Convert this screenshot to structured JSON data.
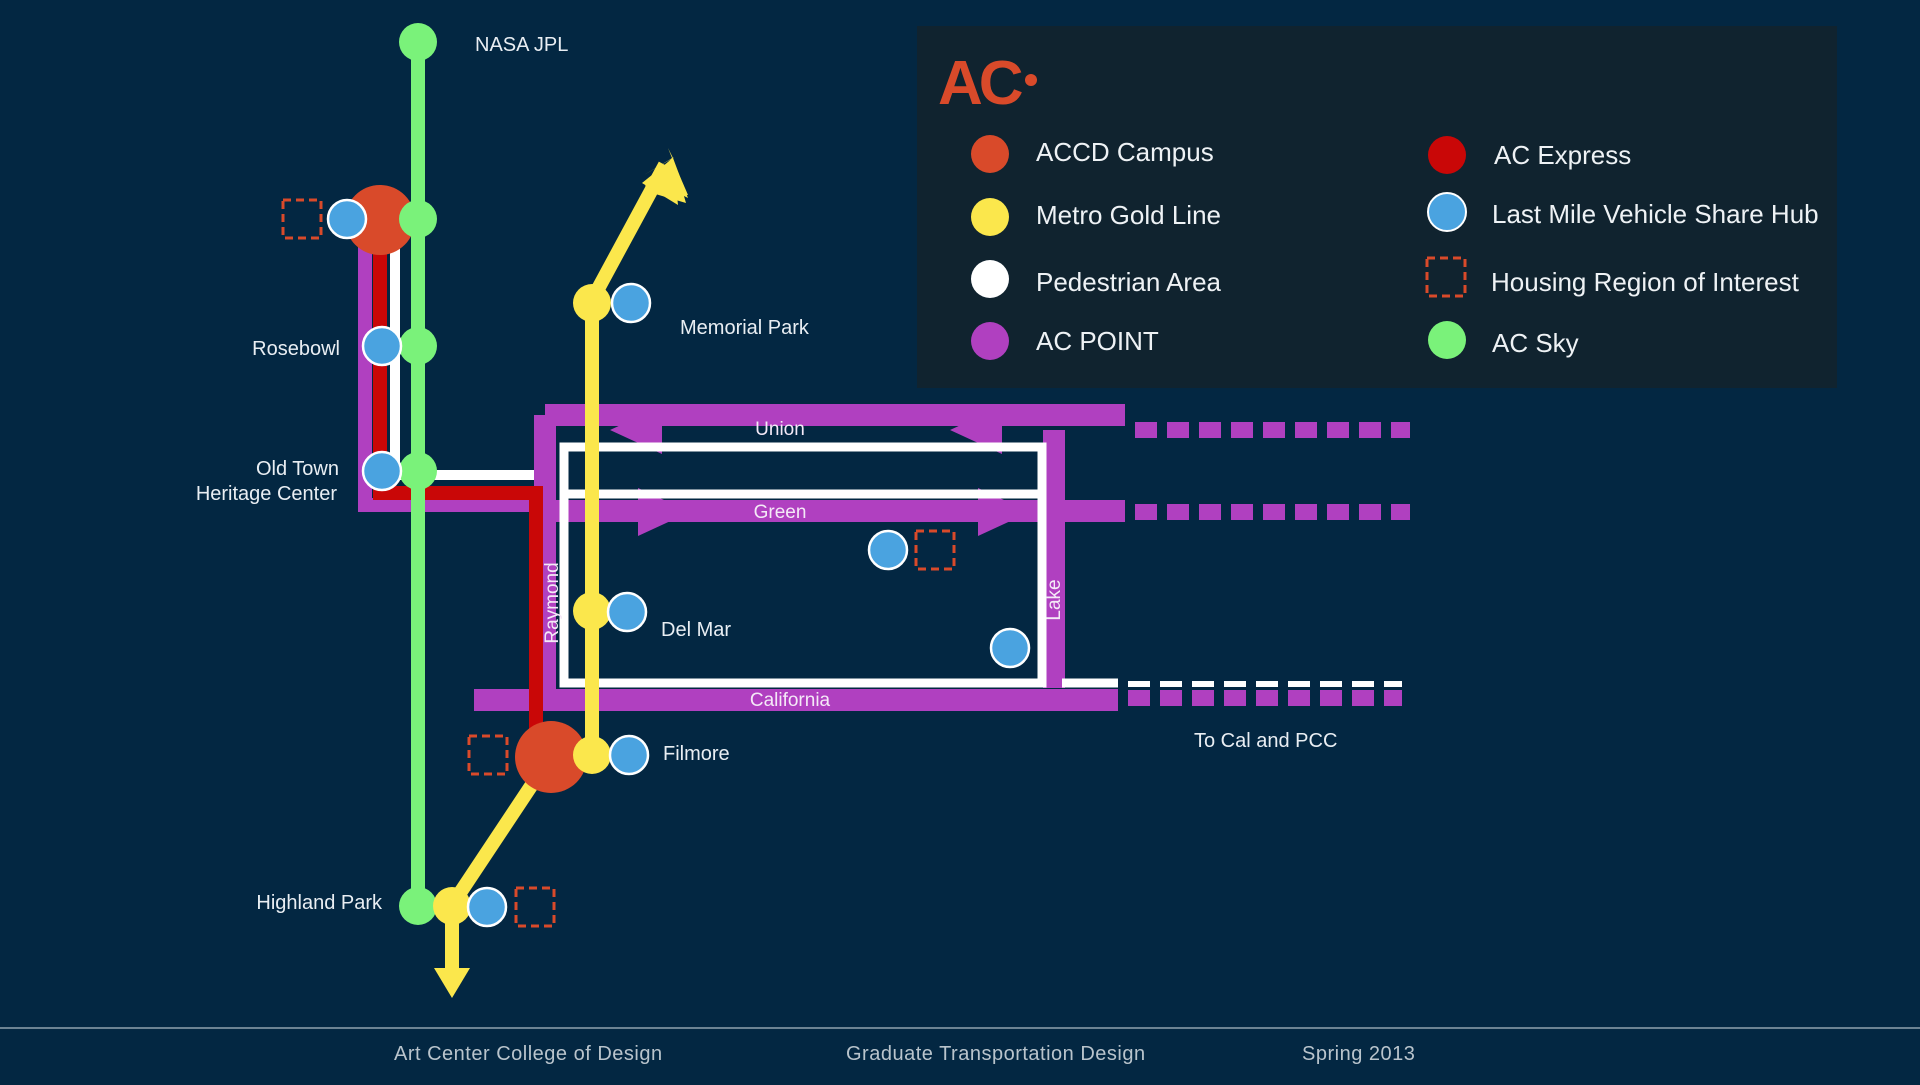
{
  "logo": {
    "text": "AC",
    "color": "#d94a2a"
  },
  "colors": {
    "background": "#032742",
    "legend_panel": "#10232f",
    "accd_campus": "#d94a2a",
    "ac_express": "#c90707",
    "metro_gold_line": "#fbe74c",
    "pedestrian_area": "#ffffff",
    "ac_point": "#b040c0",
    "last_mile_hub": "#4aa3e0",
    "housing_region": "#d94a2a",
    "ac_sky": "#7af27a"
  },
  "legend": {
    "left": [
      {
        "label": "ACCD Campus",
        "icon": "accd-campus-dot"
      },
      {
        "label": "Metro Gold Line",
        "icon": "metro-gold-line-dot"
      },
      {
        "label": "Pedestrian Area",
        "icon": "pedestrian-area-dot"
      },
      {
        "label": "AC POINT",
        "icon": "ac-point-dot"
      }
    ],
    "right": [
      {
        "label": "AC Express",
        "icon": "ac-express-dot"
      },
      {
        "label": "Last Mile Vehicle Share Hub",
        "icon": "last-mile-hub-dot"
      },
      {
        "label": "Housing Region of Interest",
        "icon": "housing-region-square"
      },
      {
        "label": "AC Sky",
        "icon": "ac-sky-dot"
      }
    ]
  },
  "stations": {
    "nasa_jpl": "NASA JPL",
    "rosebowl": "Rosebowl",
    "old_town_1": "Old Town",
    "old_town_2": "Heritage Center",
    "highland_park": "Highland Park",
    "memorial_park": "Memorial Park",
    "del_mar": "Del Mar",
    "filmore": "Filmore",
    "to_cal_pcc": "To Cal and PCC"
  },
  "streets": {
    "union": "Union",
    "green": "Green",
    "california": "California",
    "raymond": "Raymond",
    "lake": "Lake"
  },
  "footer": {
    "college": "Art Center College of Design",
    "program": "Graduate Transportation Design",
    "term": "Spring 2013"
  }
}
